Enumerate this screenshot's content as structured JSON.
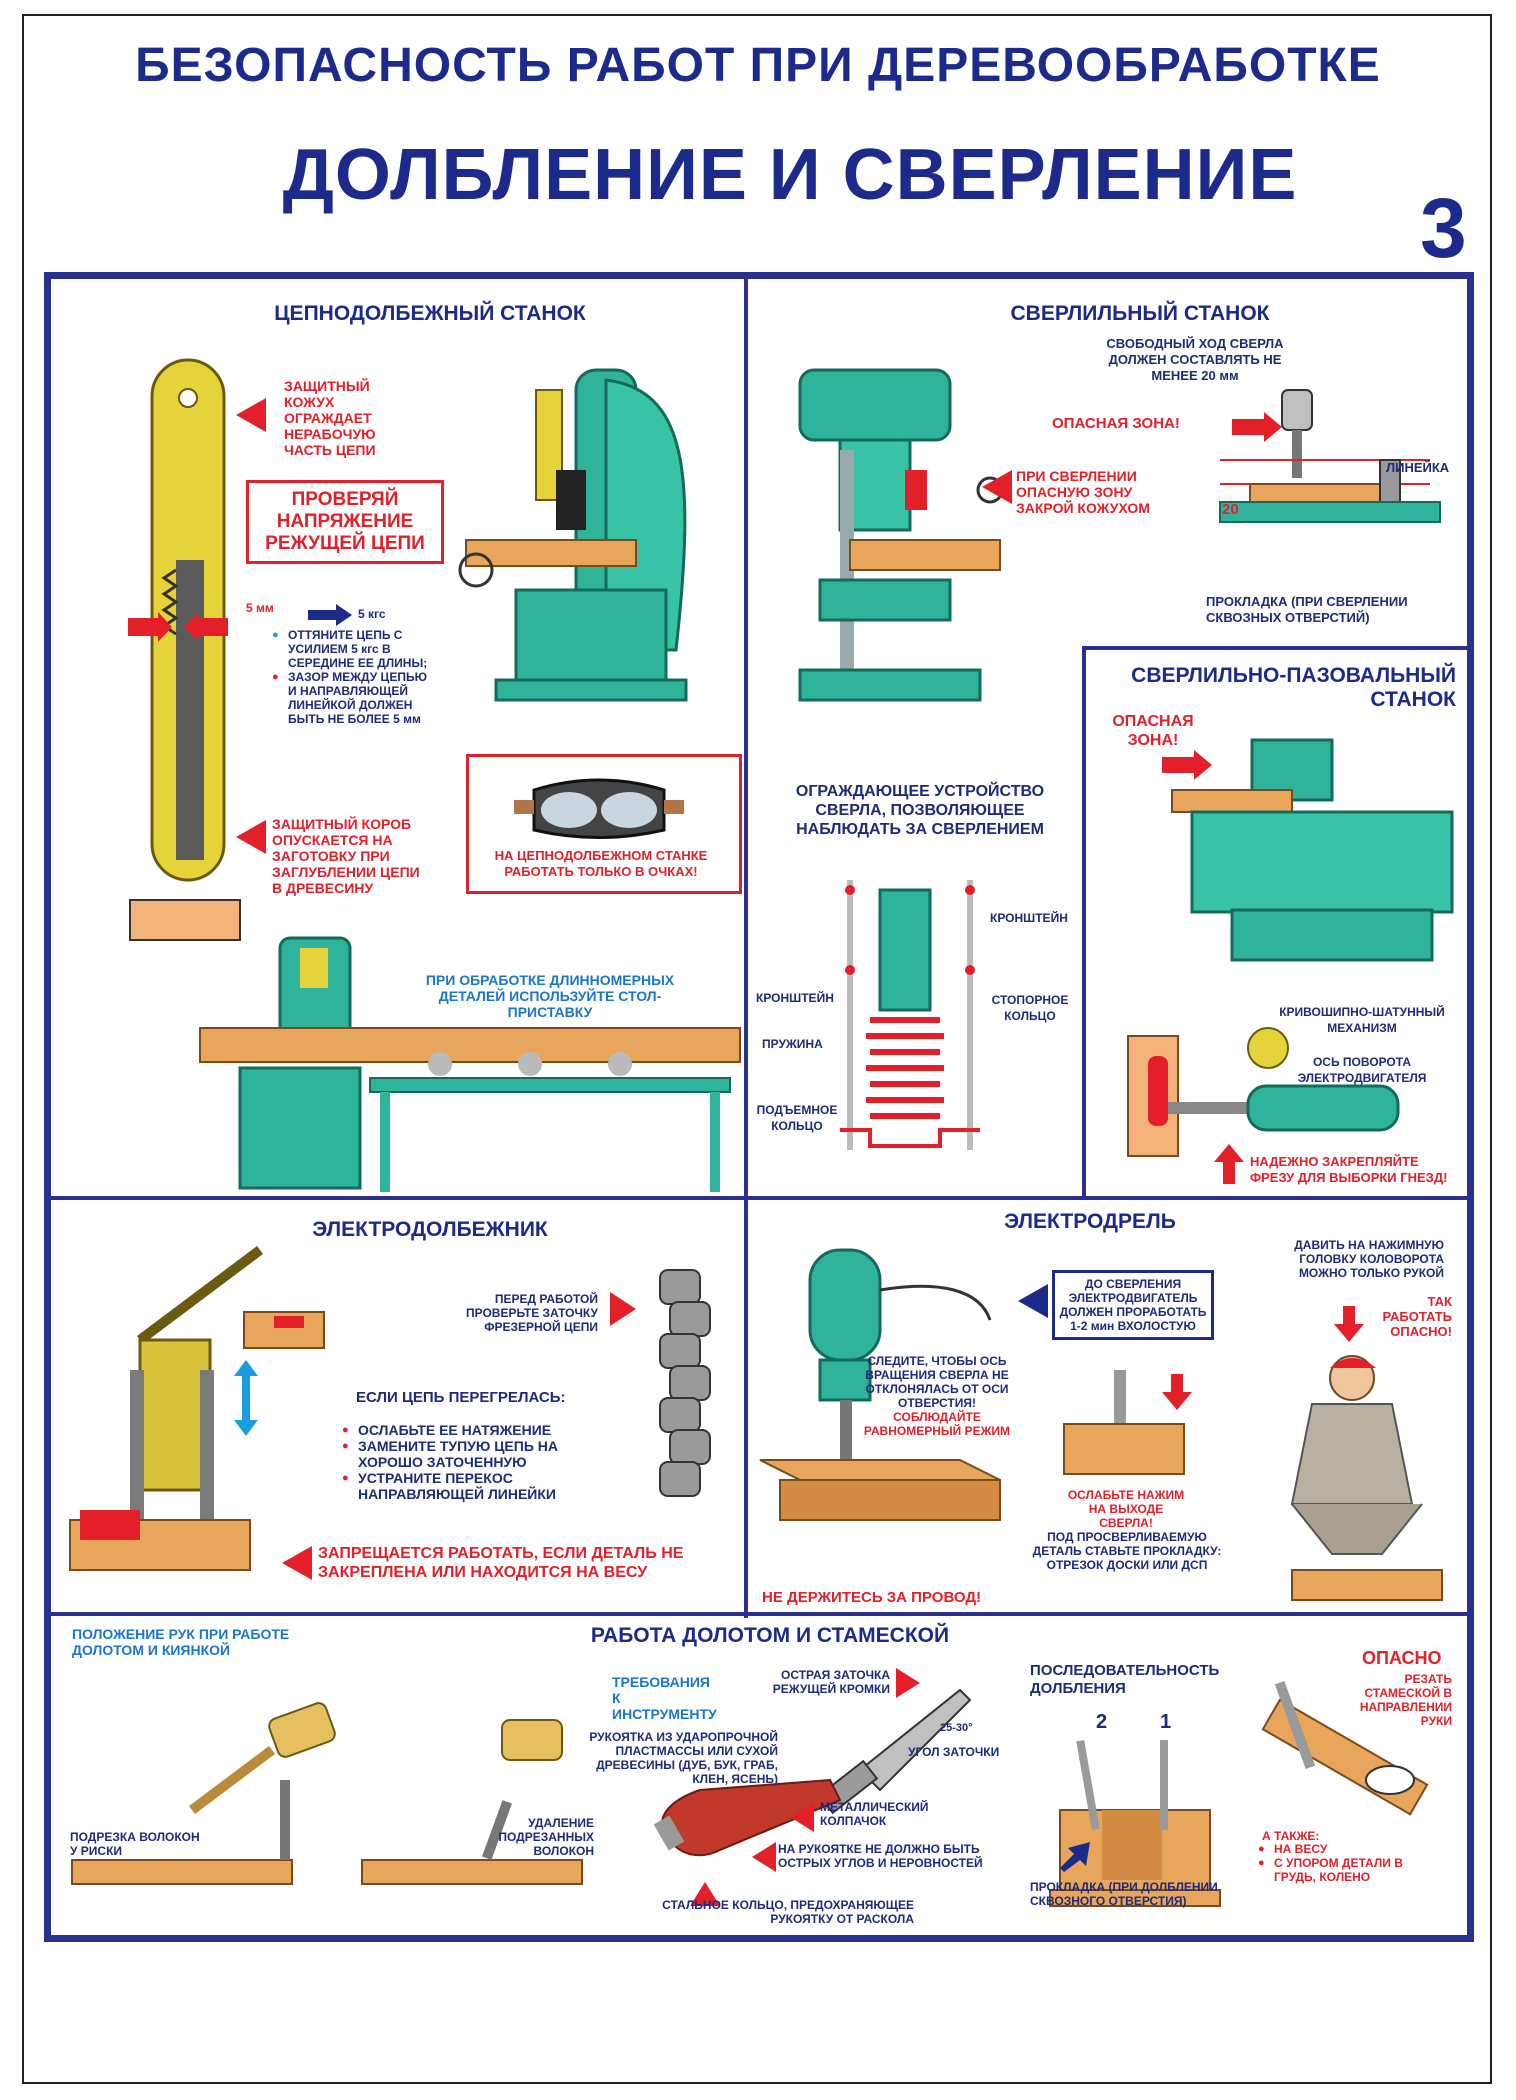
{
  "poster": {
    "title1": "БЕЗОПАСНОСТЬ РАБОТ ПРИ ДЕРЕВООБРАБОТКЕ",
    "title2": "ДОЛБЛЕНИЕ И СВЕРЛЕНИЕ",
    "number": "3"
  },
  "colors": {
    "frame": "#2b2f8f",
    "title": "#1c2a8c",
    "warning": "#e3202a",
    "machine": "#2fb39a",
    "wood": "#e8a55c"
  },
  "chain_mortiser": {
    "heading": "ЦЕПНОДОЛБЕЖНЫЙ СТАНОК",
    "guard_note": "ЗАЩИТНЫЙ КОЖУХ ОГРАЖДАЕТ НЕРАБОЧУЮ ЧАСТЬ ЦЕПИ",
    "check_box": "ПРОВЕРЯЙ НАПРЯЖЕНИЕ РЕЖУЩЕЙ ЦЕПИ",
    "gap_label": "5 мм",
    "force_label": "5 кгс",
    "tips": [
      "ОТТЯНИТЕ ЦЕПЬ С УСИЛИЕМ 5 кгс В СЕРЕДИНЕ ЕЕ ДЛИНЫ;",
      "ЗАЗОР МЕЖДУ ЦЕПЬЮ И НАПРАВЛЯЮЩЕЙ ЛИНЕЙКОЙ ДОЛЖЕН БЫТЬ НЕ БОЛЕЕ 5 мм"
    ],
    "box_note": "ЗАЩИТНЫЙ КОРОБ ОПУСКАЕТСЯ НА ЗАГОТОВКУ ПРИ ЗАГЛУБЛЕНИИ ЦЕПИ В ДРЕВЕСИНУ",
    "goggles_note": "НА ЦЕПНОДОЛБЕЖНОМ СТАНКЕ РАБОТАТЬ ТОЛЬКО В ОЧКАХ!",
    "table_note": "ПРИ ОБРАБОТКЕ ДЛИННОМЕРНЫХ ДЕТАЛЕЙ ИСПОЛЬЗУЙТЕ СТОЛ-ПРИСТАВКУ"
  },
  "drill_press": {
    "heading": "СВЕРЛИЛЬНЫЙ СТАНОК",
    "stroke_note": "СВОБОДНЫЙ ХОД СВЕРЛА ДОЛЖЕН СОСТАВЛЯТЬ НЕ МЕНЕЕ 20 мм",
    "danger": "ОПАСНАЯ ЗОНА!",
    "cover_note": "ПРИ СВЕРЛЕНИИ ОПАСНУЮ ЗОНУ ЗАКРОЙ КОЖУХОМ",
    "ruler": "ЛИНЕЙКА",
    "gap": "20",
    "pad_note": "ПРОКЛАДКА (ПРИ СВЕРЛЕНИИ СКВОЗНЫХ ОТВЕРСТИЙ)",
    "guard_heading": "ОГРАЖДАЮЩЕЕ УСТРОЙСТВО СВЕРЛА, ПОЗВОЛЯЮЩЕЕ НАБЛЮДАТЬ ЗА СВЕРЛЕНИЕМ",
    "bracket_right": "КРОНШТЕЙН",
    "bracket_left": "КРОНШТЕЙН",
    "stop_ring": "СТОПОРНОЕ КОЛЬЦО",
    "spring": "ПРУЖИНА",
    "lift_ring": "ПОДЪЕМНОЕ КОЛЬЦО"
  },
  "slot_drill": {
    "heading": "СВЕРЛИЛЬНО-ПАЗОВАЛЬНЫЙ СТАНОК",
    "danger": "ОПАСНАЯ ЗОНА!",
    "crank": "КРИВОШИПНО-ШАТУННЫЙ МЕХАНИЗМ",
    "axis": "ОСЬ ПОВОРОТА ЭЛЕКТРОДВИГАТЕЛЯ",
    "fix_note": "НАДЕЖНО ЗАКРЕПЛЯЙТЕ ФРЕЗУ ДЛЯ ВЫБОРКИ ГНЕЗД!"
  },
  "electric_mortiser": {
    "heading": "ЭЛЕКТРОДОЛБЕЖНИК",
    "check_chain": "ПЕРЕД РАБОТОЙ ПРОВЕРЬТЕ ЗАТОЧКУ ФРЕЗЕРНОЙ ЦЕПИ",
    "overheat": "ЕСЛИ ЦЕПЬ ПЕРЕГРЕЛАСЬ:",
    "steps": [
      "ОСЛАБЬТЕ ЕЕ НАТЯЖЕНИЕ",
      "ЗАМЕНИТЕ ТУПУЮ ЦЕПЬ НА ХОРОШО ЗАТОЧЕННУЮ",
      "УСТРАНИТЕ ПЕРЕКОС НАПРАВЛЯЮЩЕЙ ЛИНЕЙКИ"
    ],
    "forbidden": "ЗАПРЕЩАЕТСЯ РАБОТАТЬ, ЕСЛИ ДЕТАЛЬ НЕ ЗАКРЕПЛЕНА ИЛИ НАХОДИТСЯ НА ВЕСУ"
  },
  "electric_drill": {
    "heading": "ЭЛЕКТРОДРЕЛЬ",
    "idle_note": "ДО СВЕРЛЕНИЯ ЭЛЕКТРОДВИГАТЕЛЬ ДОЛЖЕН ПРОРАБОТАТЬ 1-2 мин ВХОЛОСТУЮ",
    "axis_note": "СЛЕДИТЕ, ЧТОБЫ ОСЬ ВРАЩЕНИЯ СВЕРЛА НЕ ОТКЛОНЯЛАСЬ ОТ ОСИ ОТВЕРСТИЯ!",
    "even_mode": "СОБЛЮДАЙТЕ РАВНОМЕРНЫЙ РЕЖИМ",
    "press_note": "ДАВИТЬ НА НАЖИМНУЮ ГОЛОВКУ КОЛОВОРОТА МОЖНО ТОЛЬКО РУКОЙ",
    "danger": "ТАК РАБОТАТЬ ОПАСНО!",
    "ease_note": "ОСЛАБЬТЕ НАЖИМ НА ВЫХОДЕ СВЕРЛА!",
    "board_note": "ПОД ПРОСВЕРЛИВАЕМУЮ ДЕТАЛЬ СТАВЬТЕ ПРОКЛАДКУ: ОТРЕЗОК ДОСКИ ИЛИ ДСП",
    "wire_note": "НЕ ДЕРЖИТЕСЬ ЗА ПРОВОД!"
  },
  "chisel_work": {
    "hands_heading": "ПОЛОЖЕНИЕ РУК ПРИ РАБОТЕ ДОЛОТОМ И КИЯНКОЙ",
    "heading": "РАБОТА ДОЛОТОМ И СТАМЕСКОЙ",
    "cut_fibers": "ПОДРЕЗКА ВОЛОКОН У РИСКИ",
    "remove_fibers": "УДАЛЕНИЕ ПОДРЕЗАННЫХ ВОЛОКОН",
    "requirements": "ТРЕБОВАНИЯ К ИНСТРУМЕНТУ",
    "edge": "ОСТРАЯ ЗАТОЧКА РЕЖУЩЕЙ КРОМКИ",
    "angle_value": "25-30°",
    "angle": "УГОЛ ЗАТОЧКИ",
    "handle": "РУКОЯТКА ИЗ УДАРОПРОЧНОЙ ПЛАСТМАССЫ ИЛИ СУХОЙ ДРЕВЕСИНЫ (ДУБ, БУК, ГРАБ, КЛЕН, ЯСЕНЬ)",
    "ferrule": "МЕТАЛЛИЧЕСКИЙ КОЛПАЧОК",
    "smooth": "НА РУКОЯТКЕ НЕ ДОЛЖНО БЫТЬ ОСТРЫХ УГЛОВ И НЕРОВНОСТЕЙ",
    "ring": "СТАЛЬНОЕ КОЛЬЦО, ПРЕДОХРАНЯЮЩЕЕ РУКОЯТКУ ОТ РАСКОЛА",
    "sequence": "ПОСЛЕДОВАТЕЛЬНОСТЬ ДОЛБЛЕНИЯ",
    "step2": "2",
    "step1": "1",
    "pad": "ПРОКЛАДКА (ПРИ ДОЛБЛЕНИИ СКВОЗНОГО ОТВЕРСТИЯ)",
    "danger": "ОПАСНО",
    "danger_text": "РЕЗАТЬ СТАМЕСКОЙ В НАПРАВЛЕНИИ РУКИ",
    "also": "А ТАКЖЕ:",
    "also_items": [
      "НА ВЕСУ",
      "С УПОРОМ ДЕТАЛИ В ГРУДЬ, КОЛЕНО"
    ]
  }
}
